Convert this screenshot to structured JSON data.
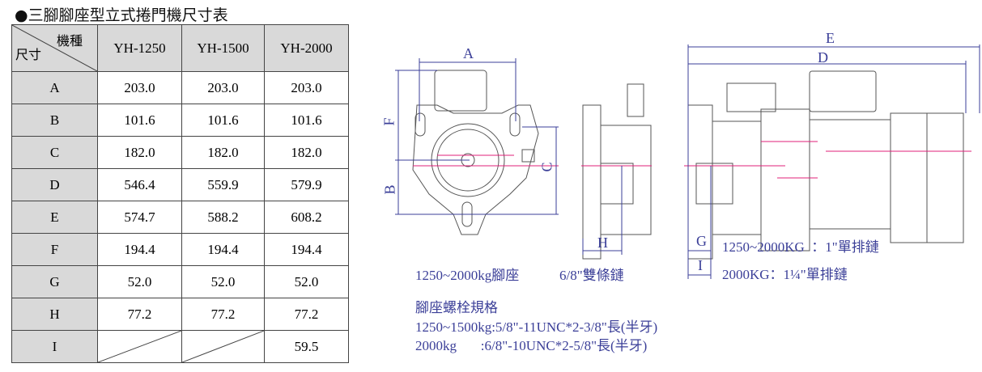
{
  "title": "●三腳腳座型立式捲門機尺寸表",
  "table": {
    "corner_top": "機種",
    "corner_bottom": "尺寸",
    "models": [
      "YH-1250",
      "YH-1500",
      "YH-2000"
    ],
    "rows": [
      {
        "label": "A",
        "values": [
          "203.0",
          "203.0",
          "203.0"
        ]
      },
      {
        "label": "B",
        "values": [
          "101.6",
          "101.6",
          "101.6"
        ]
      },
      {
        "label": "C",
        "values": [
          "182.0",
          "182.0",
          "182.0"
        ]
      },
      {
        "label": "D",
        "values": [
          "546.4",
          "559.9",
          "579.9"
        ]
      },
      {
        "label": "E",
        "values": [
          "574.7",
          "588.2",
          "608.2"
        ]
      },
      {
        "label": "F",
        "values": [
          "194.4",
          "194.4",
          "194.4"
        ]
      },
      {
        "label": "G",
        "values": [
          "52.0",
          "52.0",
          "52.0"
        ]
      },
      {
        "label": "H",
        "values": [
          "77.2",
          "77.2",
          "77.2"
        ]
      },
      {
        "label": "I",
        "values": [
          "",
          "",
          "59.5"
        ]
      }
    ]
  },
  "drawing": {
    "dims": {
      "A": "A",
      "B": "B",
      "C": "C",
      "D": "D",
      "E": "E",
      "F": "F",
      "G": "G",
      "H": "H",
      "I": "I"
    },
    "notes": {
      "base": "1250~2000kg腳座",
      "double_chain": "6/8\"雙條鏈",
      "single_chain_1": "1250~2000KG  ：1\"單排鏈",
      "single_chain_2": "2000KG：1¼\"單排鏈",
      "bolt_title": "腳座螺栓規格",
      "bolt_1": "1250~1500kg:5/8\"-11UNC*2-3/8\"長(半牙)",
      "bolt_2": "2000kg       :6/8\"-10UNC*2-5/8\"長(半牙)"
    },
    "line_color": "#3b3f98",
    "center_color": "#e0207a"
  }
}
